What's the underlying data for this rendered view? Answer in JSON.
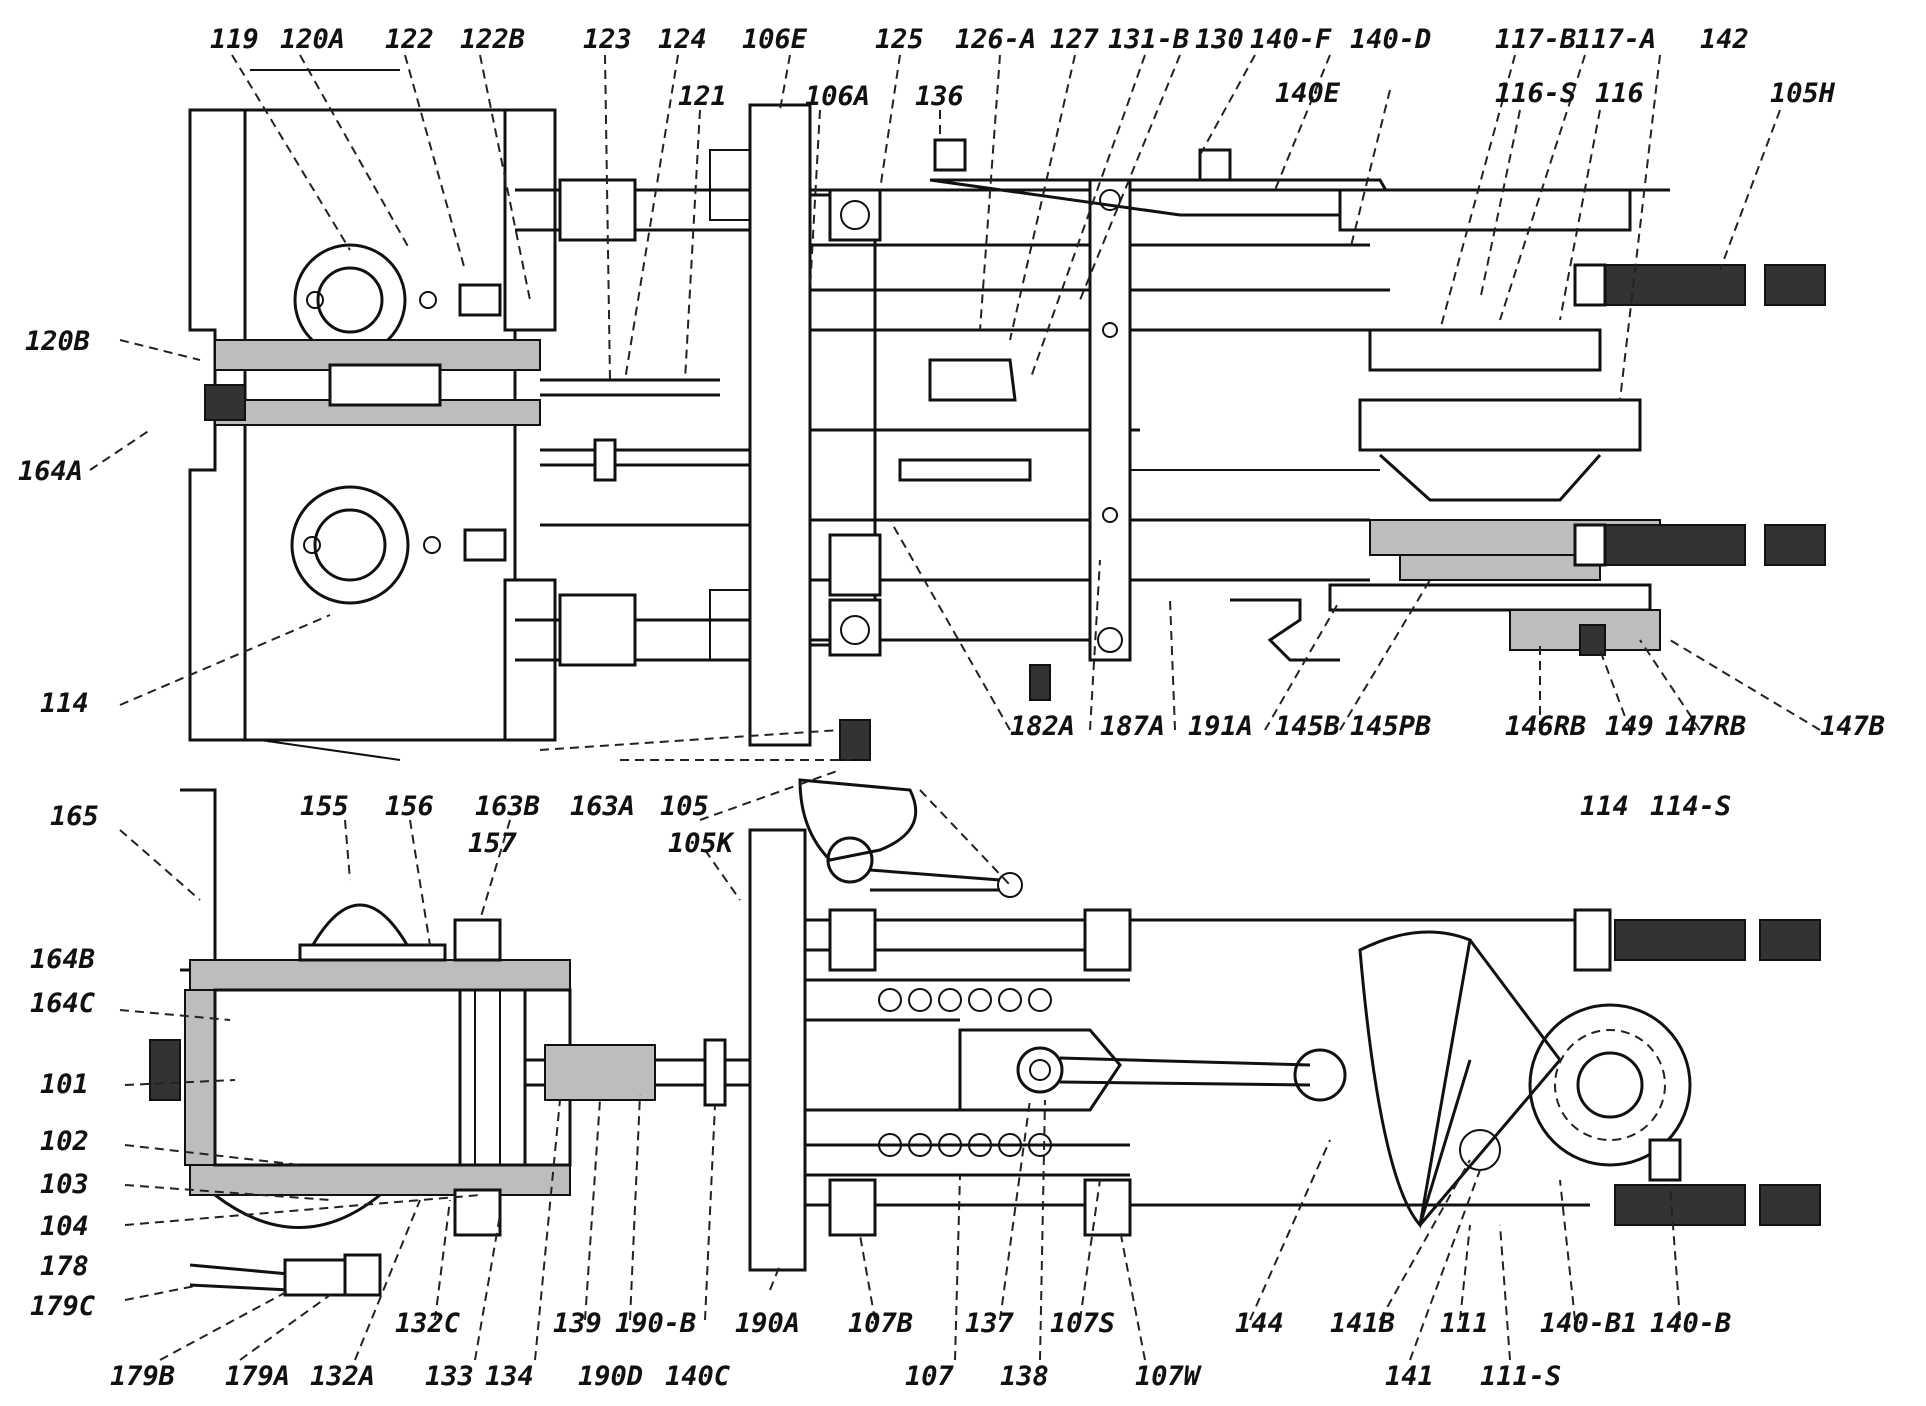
{
  "labels": {
    "l119": "119",
    "l120A": "120A",
    "l122": "122",
    "l122B": "122B",
    "l123": "123",
    "l124": "124",
    "l121": "121",
    "l106E": "106E",
    "l106A": "106A",
    "l125": "125",
    "l136": "136",
    "l126A": "126-A",
    "l127": "127",
    "l131B": "131-B",
    "l130": "130",
    "l140F": "140-F",
    "l140D": "140-D",
    "l140E": "140E",
    "l117B": "117-B",
    "l117A": "117-A",
    "l142": "142",
    "l116S": "116-S",
    "l116": "116",
    "l105H": "105H",
    "l120B": "120B",
    "l164A": "164A",
    "l114a": "114",
    "l182A": "182A",
    "l187A": "187A",
    "l191A": "191A",
    "l145B": "145B",
    "l145PB": "145PB",
    "l146RB": "146RB",
    "l149": "149",
    "l147RB": "147RB",
    "l147B": "147B",
    "l165": "165",
    "l155": "155",
    "l156": "156",
    "l163B": "163B",
    "l163A": "163A",
    "l105": "105",
    "l105K": "105K",
    "l157": "157",
    "l114b": "114",
    "l114S": "114-S",
    "l164B": "164B",
    "l164C": "164C",
    "l101": "101",
    "l102": "102",
    "l103": "103",
    "l104": "104",
    "l178": "178",
    "l179C": "179C",
    "l179B": "179B",
    "l179A": "179A",
    "l132A": "132A",
    "l132C": "132C",
    "l133": "133",
    "l134": "134",
    "l139": "139",
    "l190B": "190-B",
    "l190D": "190D",
    "l140C": "140C",
    "l190A": "190A",
    "l107B": "107B",
    "l107": "107",
    "l137": "137",
    "l138": "138",
    "l107S": "107S",
    "l107W": "107W",
    "l144": "144",
    "l141B": "141B",
    "l141": "141",
    "l111": "111",
    "l111S": "111-S",
    "l140B1": "140-B1",
    "l140B": "140-B"
  }
}
